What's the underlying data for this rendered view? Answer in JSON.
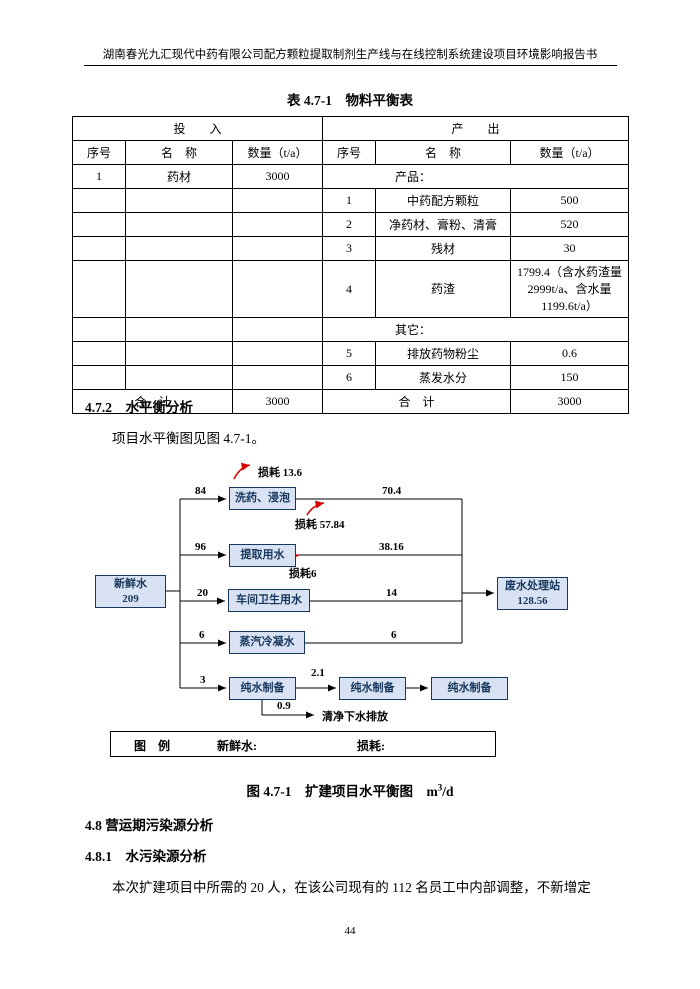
{
  "colors": {
    "box_fill": "#d9e2f3",
    "box_border": "#17375e",
    "box_text": "#17375e",
    "loss_arrow_red": "#d40000"
  },
  "header": {
    "title": "湖南春光九汇现代中药有限公司配方颗粒提取制剂生产线与在线控制系统建设项目环境影响报告书"
  },
  "table": {
    "caption": "表 4.7-1　物料平衡表",
    "input_header": "投　　入",
    "output_header": "产　　出",
    "columns": {
      "no": "序号",
      "name": "名　称",
      "qty": "数量（t/a）"
    },
    "input_row": {
      "no": "1",
      "name": "药材",
      "qty": "3000"
    },
    "products_label": "产品：",
    "product_rows": [
      {
        "no": "1",
        "name": "中药配方颗粒",
        "qty": "500"
      },
      {
        "no": "2",
        "name": "净药材、膏粉、清膏",
        "qty": "520"
      },
      {
        "no": "3",
        "name": "残材",
        "qty": "30"
      },
      {
        "no": "4",
        "name": "药渣",
        "qty": "1799.4（含水药渣量 2999t/a、含水量 1199.6t/a）"
      }
    ],
    "others_label": "其它：",
    "other_rows": [
      {
        "no": "5",
        "name": "排放药物粉尘",
        "qty": "0.6"
      },
      {
        "no": "6",
        "name": "蒸发水分",
        "qty": "150"
      }
    ],
    "total_label": "合　计",
    "input_total": "3000",
    "output_total": "3000"
  },
  "sections": {
    "h472": "4.7.2　水平衡分析",
    "p472": "项目水平衡图见图 4.7-1。",
    "h48": "4.8 营运期污染源分析",
    "h481": "4.8.1　水污染源分析",
    "p481": "本次扩建项目中所需的 20 人，在该公司现有的 112 名员工中内部调整，不新增定"
  },
  "figure": {
    "caption_prefix": "图 4.7-1　扩建项目水平衡图　m",
    "caption_sup": "3",
    "caption_suffix": "/d"
  },
  "diagram": {
    "source": {
      "name": "新鲜水",
      "value": "209"
    },
    "sink": {
      "name": "废水处理站",
      "value": "128.56"
    },
    "rows": [
      {
        "in": "84",
        "label": "洗药、浸泡",
        "out": "70.4",
        "loss": "损耗 13.6"
      },
      {
        "in": "96",
        "label": "提取用水",
        "out": "38.16",
        "loss": "损耗 57.84"
      },
      {
        "in": "20",
        "label": "车间卫生用水",
        "out": "14",
        "loss": "损耗6"
      },
      {
        "in": "6",
        "label": "蒸汽冷凝水",
        "out": "6"
      },
      {
        "in": "3",
        "label": "纯水制备",
        "out": "2.1"
      }
    ],
    "pure2": "纯水制备",
    "pure3": "纯水制备",
    "drain_value": "0.9",
    "drain_label": "清净下水排放",
    "legend": {
      "title": "图　例",
      "fresh_label": "新鲜水:",
      "loss_label": "损耗:"
    }
  },
  "footer": {
    "page_number": "44"
  }
}
